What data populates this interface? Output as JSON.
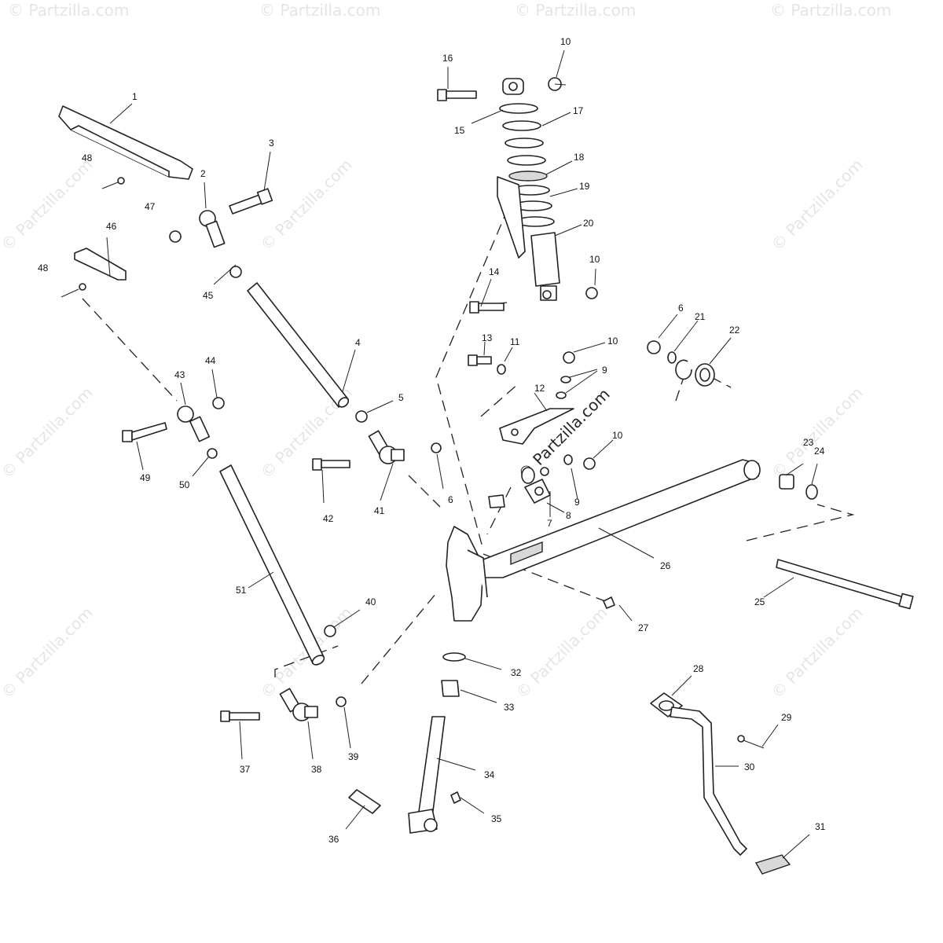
{
  "watermark": {
    "text": "© Partzilla.com"
  },
  "callouts": [
    {
      "id": "1",
      "num": "1"
    },
    {
      "id": "2",
      "num": "2"
    },
    {
      "id": "3",
      "num": "3"
    },
    {
      "id": "4",
      "num": "4"
    },
    {
      "id": "5",
      "num": "5"
    },
    {
      "id": "6a",
      "num": "6"
    },
    {
      "id": "6b",
      "num": "6"
    },
    {
      "id": "7",
      "num": "7"
    },
    {
      "id": "8",
      "num": "8"
    },
    {
      "id": "9a",
      "num": "9"
    },
    {
      "id": "9b",
      "num": "9"
    },
    {
      "id": "10a",
      "num": "10"
    },
    {
      "id": "10b",
      "num": "10"
    },
    {
      "id": "10c",
      "num": "10"
    },
    {
      "id": "10d",
      "num": "10"
    },
    {
      "id": "11",
      "num": "11"
    },
    {
      "id": "12",
      "num": "12"
    },
    {
      "id": "13",
      "num": "13"
    },
    {
      "id": "14",
      "num": "14"
    },
    {
      "id": "15",
      "num": "15"
    },
    {
      "id": "16",
      "num": "16"
    },
    {
      "id": "17",
      "num": "17"
    },
    {
      "id": "18",
      "num": "18"
    },
    {
      "id": "19",
      "num": "19"
    },
    {
      "id": "20",
      "num": "20"
    },
    {
      "id": "21",
      "num": "21"
    },
    {
      "id": "22",
      "num": "22"
    },
    {
      "id": "23",
      "num": "23"
    },
    {
      "id": "24",
      "num": "24"
    },
    {
      "id": "25",
      "num": "25"
    },
    {
      "id": "26",
      "num": "26"
    },
    {
      "id": "27",
      "num": "27"
    },
    {
      "id": "28",
      "num": "28"
    },
    {
      "id": "29",
      "num": "29"
    },
    {
      "id": "30",
      "num": "30"
    },
    {
      "id": "31",
      "num": "31"
    },
    {
      "id": "32",
      "num": "32"
    },
    {
      "id": "33",
      "num": "33"
    },
    {
      "id": "34",
      "num": "34"
    },
    {
      "id": "35",
      "num": "35"
    },
    {
      "id": "36",
      "num": "36"
    },
    {
      "id": "37",
      "num": "37"
    },
    {
      "id": "38",
      "num": "38"
    },
    {
      "id": "39",
      "num": "39"
    },
    {
      "id": "40",
      "num": "40"
    },
    {
      "id": "41",
      "num": "41"
    },
    {
      "id": "42",
      "num": "42"
    },
    {
      "id": "43",
      "num": "43"
    },
    {
      "id": "44",
      "num": "44"
    },
    {
      "id": "45",
      "num": "45"
    },
    {
      "id": "46",
      "num": "46"
    },
    {
      "id": "47",
      "num": "47"
    },
    {
      "id": "48a",
      "num": "48"
    },
    {
      "id": "48b",
      "num": "48"
    },
    {
      "id": "49",
      "num": "49"
    },
    {
      "id": "50",
      "num": "50"
    },
    {
      "id": "51",
      "num": "51"
    }
  ]
}
